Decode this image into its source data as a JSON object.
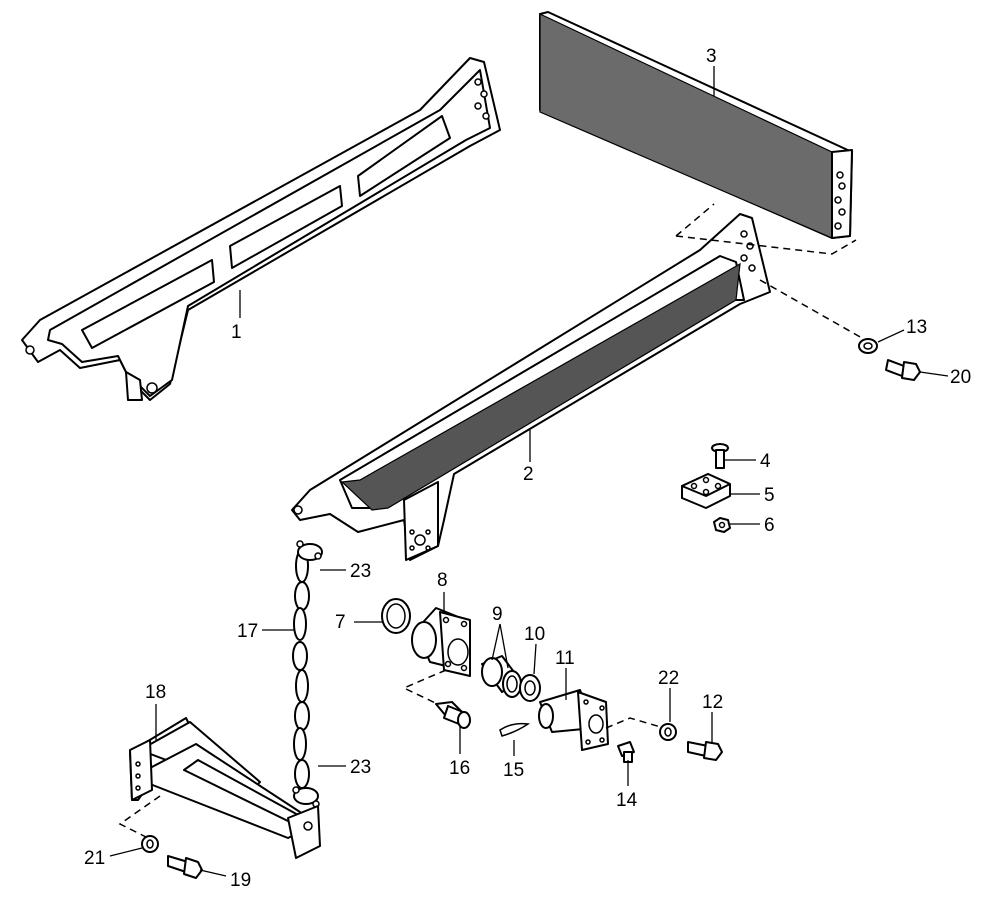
{
  "callouts": [
    {
      "id": "c1",
      "label": "1"
    },
    {
      "id": "c2",
      "label": "2"
    },
    {
      "id": "c3",
      "label": "3"
    },
    {
      "id": "c4",
      "label": "4"
    },
    {
      "id": "c5",
      "label": "5"
    },
    {
      "id": "c6",
      "label": "6"
    },
    {
      "id": "c7",
      "label": "7"
    },
    {
      "id": "c8",
      "label": "8"
    },
    {
      "id": "c9",
      "label": "9"
    },
    {
      "id": "c10",
      "label": "10"
    },
    {
      "id": "c11",
      "label": "11"
    },
    {
      "id": "c12",
      "label": "12"
    },
    {
      "id": "c13",
      "label": "13"
    },
    {
      "id": "c14",
      "label": "14"
    },
    {
      "id": "c15",
      "label": "15"
    },
    {
      "id": "c16",
      "label": "16"
    },
    {
      "id": "c17",
      "label": "17"
    },
    {
      "id": "c18",
      "label": "18"
    },
    {
      "id": "c19",
      "label": "19"
    },
    {
      "id": "c20",
      "label": "20"
    },
    {
      "id": "c21",
      "label": "21"
    },
    {
      "id": "c22",
      "label": "22"
    },
    {
      "id": "c23a",
      "label": "23"
    },
    {
      "id": "c23b",
      "label": "23"
    }
  ]
}
